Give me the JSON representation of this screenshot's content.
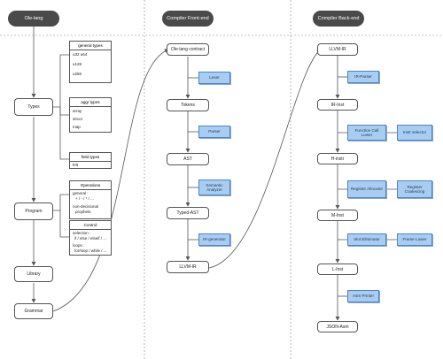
{
  "lanes": {
    "ole_lang": "Ole-lang",
    "frontend": "Compiler Front-end",
    "backend": "Compiler Back-end"
  },
  "ole_lang": {
    "types": "Types",
    "program": "Program",
    "library": "Library",
    "grammar": "Grammar",
    "general_types": {
      "title": "general types",
      "items": [
        "u32 u64",
        "u128",
        "u256"
      ]
    },
    "aggr_types": {
      "title": "aggr types",
      "items": [
        "array",
        "struct",
        "map"
      ]
    },
    "field_types": {
      "title": "field types",
      "items": [
        "felt"
      ]
    },
    "operations": {
      "title": "Operations",
      "lines": [
        "general :",
        "+ / - / * / ...",
        "non-decisional",
        "prophets"
      ]
    },
    "control": {
      "title": "Control",
      "lines": [
        "selection :",
        "if / else / elseif / ...",
        "loops :",
        "for/stop / while / ..."
      ]
    }
  },
  "frontend": {
    "nodes": [
      "Ole-lang contract",
      "Tokens",
      "AST",
      "Typed-AST",
      "LLVM-IR"
    ],
    "passes": [
      "Lexer",
      "Parser",
      "Semantic Analyzer",
      "IR-generator"
    ]
  },
  "backend": {
    "nodes": [
      "LLVM-IR",
      "IR-Inst",
      "H-instr",
      "M-Inst",
      "L-Inst",
      "JSON-Asm"
    ],
    "passes": {
      "ir_parser": "IR-Parser",
      "function_call_lower": "Function Call Lower",
      "instr_selector": "Instr selector",
      "register_allocator": "Register Allocator",
      "register_coalescing": "Register Coalescing",
      "slot_eliminator": "Slot Eliminator",
      "frame_lower": "Frame Lower",
      "asm_printer": "Asm Printer"
    }
  }
}
